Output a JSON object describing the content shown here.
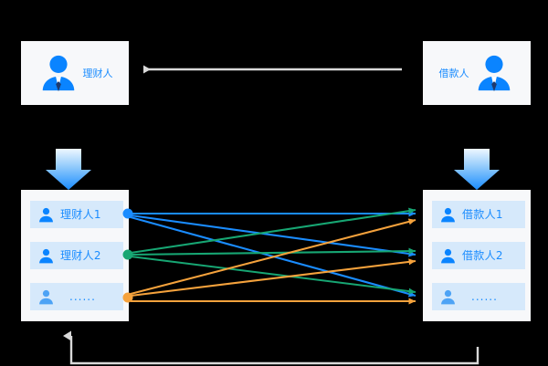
{
  "diagram": {
    "title_actors": {
      "lender": "理财人",
      "borrower": "借款人"
    },
    "top_row": [
      {
        "name": "lender-actor",
        "label": "理财人",
        "icon": "person-icon",
        "label_side": "right"
      },
      {
        "name": "borrower-actor",
        "label": "借款人",
        "icon": "person-icon",
        "label_side": "left"
      }
    ],
    "left_panel": {
      "name": "lender-list",
      "rows": [
        {
          "label": "理财人1",
          "icon": "person-icon",
          "dot_color": "#1a8cff"
        },
        {
          "label": "理财人2",
          "icon": "person-icon",
          "dot_color": "#17a673"
        },
        {
          "label": "......",
          "icon": "person-icon",
          "dot_color": "#f5a23c"
        }
      ]
    },
    "right_panel": {
      "name": "borrower-list",
      "rows": [
        {
          "label": "借款人1",
          "icon": "person-icon"
        },
        {
          "label": "借款人2",
          "icon": "person-icon"
        },
        {
          "label": "......",
          "icon": "person-icon"
        }
      ]
    },
    "connectors": {
      "top_arrow": {
        "name": "borrower-to-lender-arrow",
        "direction": "left",
        "color": "#d9d9d9"
      },
      "down_arrow_left": {
        "name": "lender-down-arrow",
        "direction": "down",
        "color_top": "#e8f4fe",
        "color_bottom": "#1a8cff"
      },
      "down_arrow_right": {
        "name": "borrower-down-arrow",
        "direction": "down",
        "color_top": "#e8f4fe",
        "color_bottom": "#1a8cff"
      },
      "bottom_path": {
        "name": "borrower-list-to-lender-list-arrow",
        "direction": "up",
        "color": "#d9d9d9"
      },
      "matching_lines": {
        "name": "matching-lines",
        "description": "each lender connects to every borrower",
        "colors": [
          "#1a8cff",
          "#17a673",
          "#f5a23c"
        ],
        "edges": [
          {
            "from": 0,
            "to": 0,
            "color": "#1a8cff"
          },
          {
            "from": 0,
            "to": 1,
            "color": "#1a8cff"
          },
          {
            "from": 0,
            "to": 2,
            "color": "#1a8cff"
          },
          {
            "from": 1,
            "to": 0,
            "color": "#17a673"
          },
          {
            "from": 1,
            "to": 1,
            "color": "#17a673"
          },
          {
            "from": 1,
            "to": 2,
            "color": "#17a673"
          },
          {
            "from": 2,
            "to": 0,
            "color": "#f5a23c"
          },
          {
            "from": 2,
            "to": 1,
            "color": "#f5a23c"
          },
          {
            "from": 2,
            "to": 2,
            "color": "#f5a23c"
          }
        ]
      }
    },
    "colors": {
      "accent_blue": "#1a8cff",
      "green": "#17a673",
      "orange": "#f5a23c",
      "card_bg": "#f7f8fa",
      "row_bg": "#d6e9fb",
      "arrow_gray": "#d9d9d9",
      "canvas": "#000000"
    }
  }
}
